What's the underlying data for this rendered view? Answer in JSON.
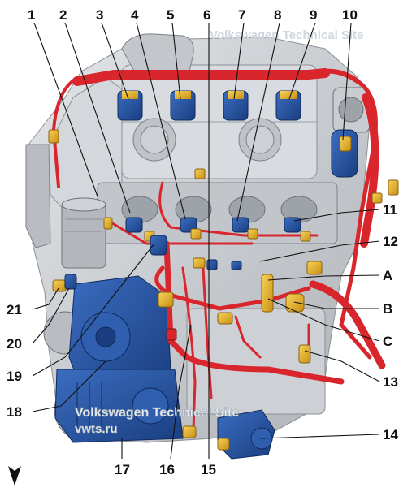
{
  "callouts": {
    "c1": "1",
    "c2": "2",
    "c3": "3",
    "c4": "4",
    "c5": "5",
    "c6": "6",
    "c7": "7",
    "c8": "8",
    "c9": "9",
    "c10": "10",
    "c11": "11",
    "c12": "12",
    "c13": "13",
    "c14": "14",
    "c15": "15",
    "c16": "16",
    "c17": "17",
    "c18": "18",
    "c19": "19",
    "c20": "20",
    "c21": "21",
    "cA": "A",
    "cB": "B",
    "cC": "C"
  },
  "watermark": {
    "top_line1": "Volkswagen Technical Site",
    "top_line2": "vwts.ru",
    "bottom_line1": "Volkswagen Technical Site",
    "bottom_line2": "vwts.ru"
  },
  "colors": {
    "harness_red": "#d8262c",
    "connector_blue": "#1f4f9e",
    "connector_yellow": "#e8b321",
    "engine_gray": "#c9ccd0"
  },
  "icons": {
    "arrow": "down-arrow-icon"
  }
}
